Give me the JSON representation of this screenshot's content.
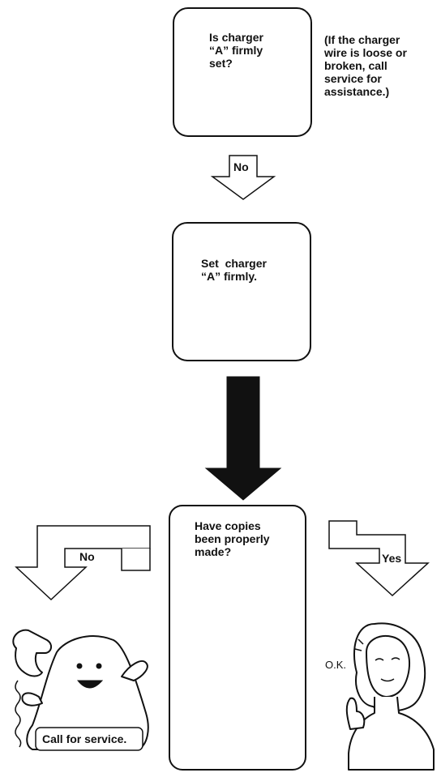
{
  "box_question1": {
    "lines": [
      "Is charger",
      "“A” firmly",
      "set?"
    ]
  },
  "note": {
    "lines": [
      "(If the charger",
      "wire is loose or",
      "broken, call",
      "service for",
      "assistance.)"
    ]
  },
  "arrow_no_1": {
    "label": "No"
  },
  "box_action": {
    "lines": [
      "Set  charger",
      "“A” firmly."
    ]
  },
  "box_question2": {
    "lines": [
      "Have copies",
      "been properly",
      "made?"
    ]
  },
  "arrow_no_2": {
    "label": "No"
  },
  "arrow_yes": {
    "label": "Yes"
  },
  "phone_illustration": {
    "label": "Call for service."
  },
  "woman_illustration": {
    "label": "O.K."
  }
}
